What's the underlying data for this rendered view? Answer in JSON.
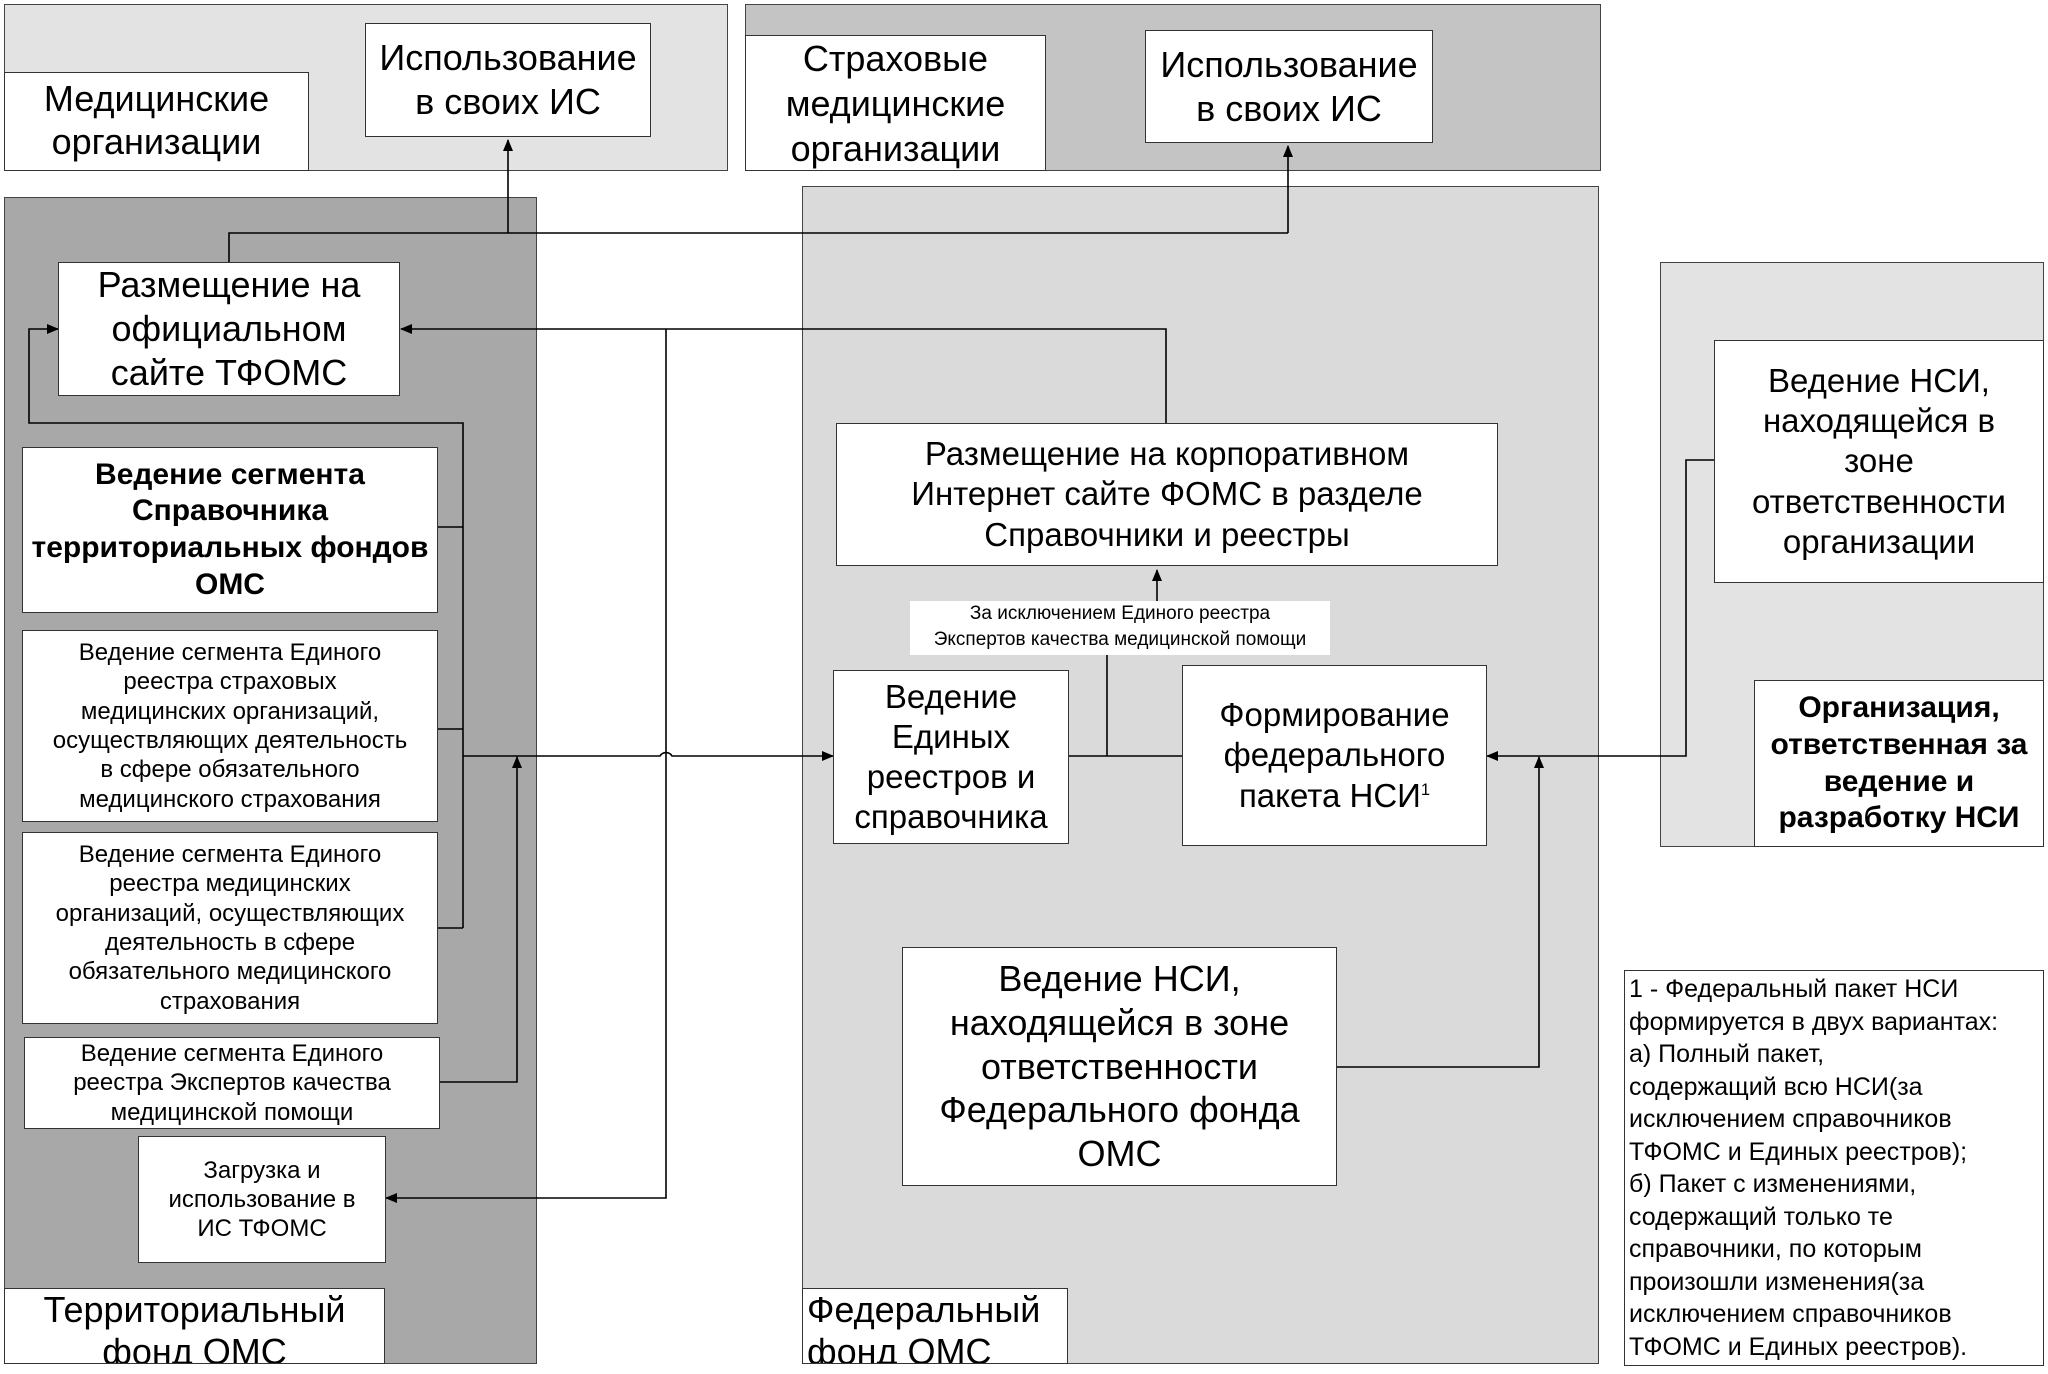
{
  "colors": {
    "zone_light": "#e3e3e3",
    "zone_medium": "#c4c4c4",
    "zone_dark": "#a8a8a8",
    "zone_federal": "#dadada",
    "box_fill": "#ffffff",
    "line": "#000000"
  },
  "zones": {
    "medical_orgs": {
      "label": "Медицинские\nорганизации",
      "use_own_is": "Использование\nв своих ИС"
    },
    "insurance_orgs": {
      "label": "Страховые\nмедицинские\nорганизации",
      "use_own_is": "Использование\nв своих ИС"
    },
    "territorial_fund": {
      "label": "Территориальный\nфонд ОМС",
      "website": "Размещение на\nофициальном\nсайте ТФОМС",
      "segment_tfoms": "Ведение сегмента\nСправочника\nтерриториальных  фондов\nОМС",
      "segment_smo": "Ведение сегмента Единого\nреестра страховых\nмедицинских организаций,\nосуществляющих деятельность\nв сфере обязательного\nмедицинского страхования",
      "segment_mo": "Ведение сегмента Единого\nреестра медицинских\nорганизаций, осуществляющих\nдеятельность в сфере\nобязательного медицинского\nстрахования",
      "segment_experts": "Ведение сегмента Единого\nреестра Экспертов качества\nмедицинской помощи",
      "load_use": "Загрузка и\nиспользование в\nИС ТФОМС"
    },
    "federal_fund": {
      "label": "Федеральный\nфонд ОМС",
      "corporate_site": "Размещение на  корпоративном\nИнтернет сайте ФОМС в разделе\nСправочники и реестры",
      "exception_note": "За исключением Единого реестра\nЭкспертов качества медицинской помощи",
      "unified_registries": "Ведение\nЕдиных\nреестров и\nсправочника",
      "federal_package": "Формирование\nфедерального\nпакета НСИ",
      "federal_package_sup": "1",
      "nsi_federal": "Ведение НСИ,\nнаходящейся в зоне\nответственности\nФедерального фонда\nОМС"
    },
    "responsible_org": {
      "nsi_org": "Ведение НСИ,\nнаходящейся в\nзоне\nответственности\nорганизации",
      "label": "Организация,\nответственная за\nведение и\nразработку НСИ"
    }
  },
  "footnote": "1 - Федеральный пакет НСИ\nформируется в двух вариантах:\n а) Полный пакет,\nсодержащий всю НСИ(за\nисключением справочников\nТФОМС и Единых реестров);\n б) Пакет с изменениями,\nсодержащий только те\nсправочники, по которым\nпроизошли изменения(за\nисключением справочников\nТФОМС и Единых реестров)."
}
